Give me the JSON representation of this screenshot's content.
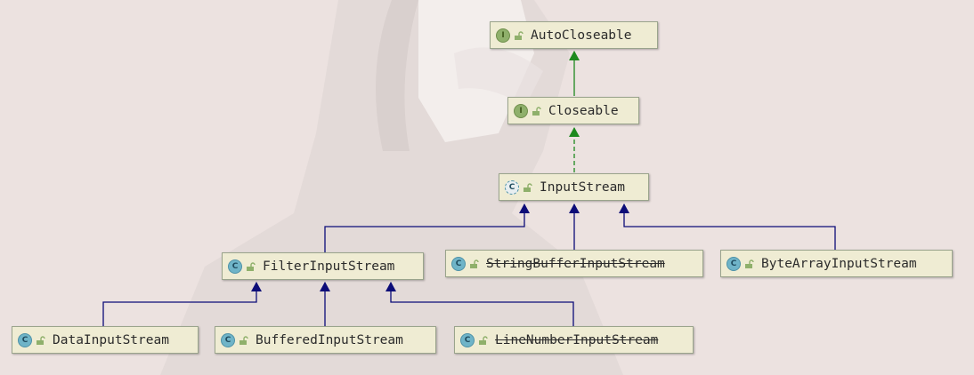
{
  "colors": {
    "interface_edge": "#1e8a1e",
    "class_edge": "#0c0c78",
    "node_fill": "#efecd3",
    "interface_badge": "#8fb06b",
    "class_badge": "#6fb4c8"
  },
  "nodes": [
    {
      "id": "autocloseable",
      "label": "AutoCloseable",
      "kind": "I",
      "icon": "interface-icon"
    },
    {
      "id": "closeable",
      "label": "Closeable",
      "kind": "I",
      "icon": "interface-icon"
    },
    {
      "id": "inputstream",
      "label": "InputStream",
      "kind": "C",
      "abstract": true,
      "icon": "abstract-class-icon"
    },
    {
      "id": "filterinputstream",
      "label": "FilterInputStream",
      "kind": "C",
      "icon": "class-icon"
    },
    {
      "id": "stringbufferinputstream",
      "label": "StringBufferInputStream",
      "kind": "C",
      "deprecated": true,
      "icon": "class-icon"
    },
    {
      "id": "bytearrayinputstream",
      "label": "ByteArrayInputStream",
      "kind": "C",
      "icon": "class-icon"
    },
    {
      "id": "datainputstream",
      "label": "DataInputStream",
      "kind": "C",
      "icon": "class-icon"
    },
    {
      "id": "bufferedinputstream",
      "label": "BufferedInputStream",
      "kind": "C",
      "icon": "class-icon"
    },
    {
      "id": "linenumberinputstream",
      "label": "LineNumberInputStream",
      "kind": "C",
      "deprecated": true,
      "icon": "class-icon"
    }
  ],
  "edges": [
    {
      "from": "closeable",
      "to": "autocloseable",
      "type": "extends"
    },
    {
      "from": "inputstream",
      "to": "closeable",
      "type": "implements"
    },
    {
      "from": "filterinputstream",
      "to": "inputstream",
      "type": "extends"
    },
    {
      "from": "stringbufferinputstream",
      "to": "inputstream",
      "type": "extends"
    },
    {
      "from": "bytearrayinputstream",
      "to": "inputstream",
      "type": "extends"
    },
    {
      "from": "datainputstream",
      "to": "filterinputstream",
      "type": "extends"
    },
    {
      "from": "bufferedinputstream",
      "to": "filterinputstream",
      "type": "extends"
    },
    {
      "from": "linenumberinputstream",
      "to": "filterinputstream",
      "type": "extends"
    }
  ]
}
